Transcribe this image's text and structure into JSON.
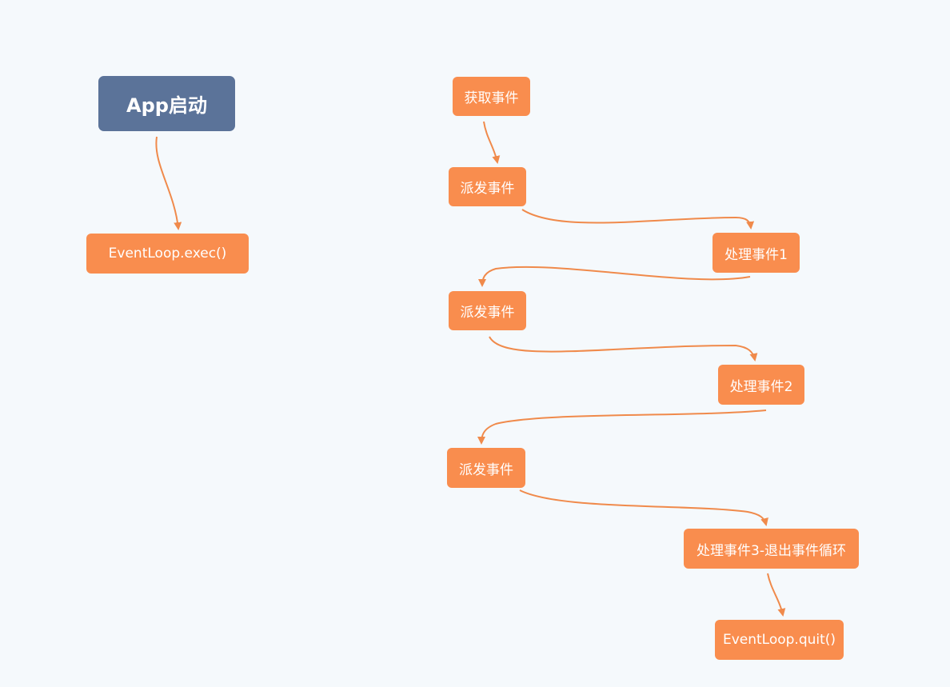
{
  "colors": {
    "background": "#f5f9fc",
    "primary_node": "#5b7399",
    "event_node": "#f98d4e",
    "edge": "#f08a4b"
  },
  "nodes": {
    "app_start": {
      "label": "App启动"
    },
    "exec": {
      "label": "EventLoop.exec()"
    },
    "get_event": {
      "label": "获取事件"
    },
    "dispatch_1": {
      "label": "派发事件"
    },
    "handle_1": {
      "label": "处理事件1"
    },
    "dispatch_2": {
      "label": "派发事件"
    },
    "handle_2": {
      "label": "处理事件2"
    },
    "dispatch_3": {
      "label": "派发事件"
    },
    "handle_3": {
      "label": "处理事件3-退出事件循环"
    },
    "quit": {
      "label": "EventLoop.quit()"
    }
  }
}
